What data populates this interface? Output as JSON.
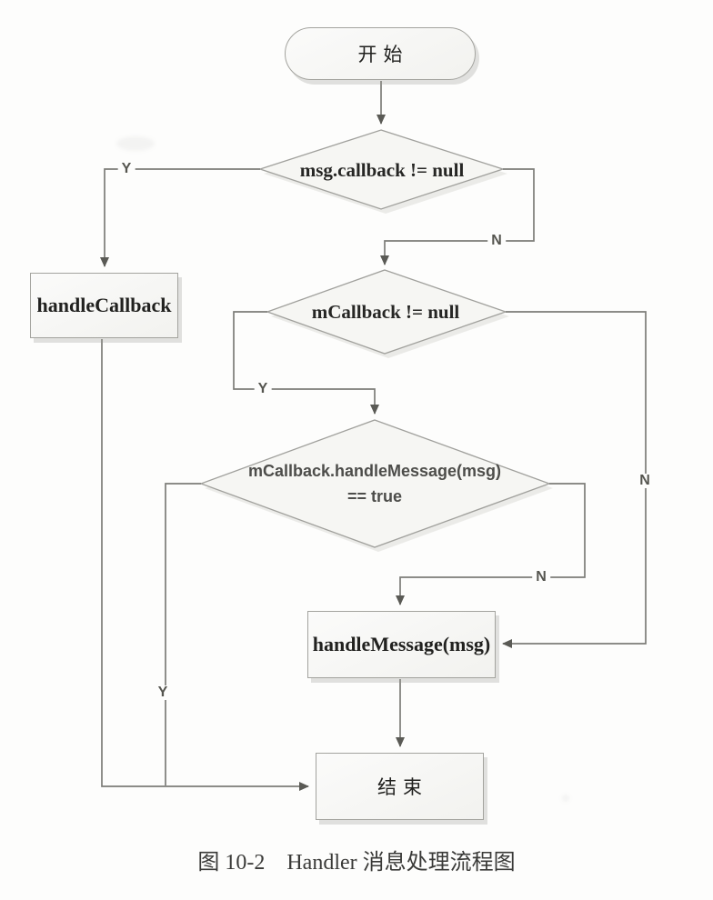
{
  "figure": {
    "caption": "图 10-2　Handler 消息处理流程图"
  },
  "flowchart": {
    "nodes": {
      "start": {
        "type": "terminator",
        "label": "开始"
      },
      "check_msg_callback": {
        "type": "decision",
        "label": "msg.callback != null"
      },
      "handle_callback": {
        "type": "process",
        "label": "handleCallback"
      },
      "check_mcallback": {
        "type": "decision",
        "label": "mCallback != null"
      },
      "check_handle_result": {
        "type": "decision",
        "label_line1": "mCallback.handleMessage(msg)",
        "label_line2": "== true"
      },
      "handle_message": {
        "type": "process",
        "label": "handleMessage(msg)"
      },
      "end": {
        "type": "process",
        "label": "结束"
      }
    },
    "edge_labels": {
      "msg_callback_yes": "Y",
      "msg_callback_no": "N",
      "mcallback_yes": "Y",
      "mcallback_no": "N",
      "handle_result_yes": "Y",
      "handle_result_no": "N"
    },
    "colors": {
      "node_fill": "#f6f6f3",
      "node_border": "#a0a09c",
      "connector": "#7c7c78",
      "text": "#2b2b29"
    }
  }
}
